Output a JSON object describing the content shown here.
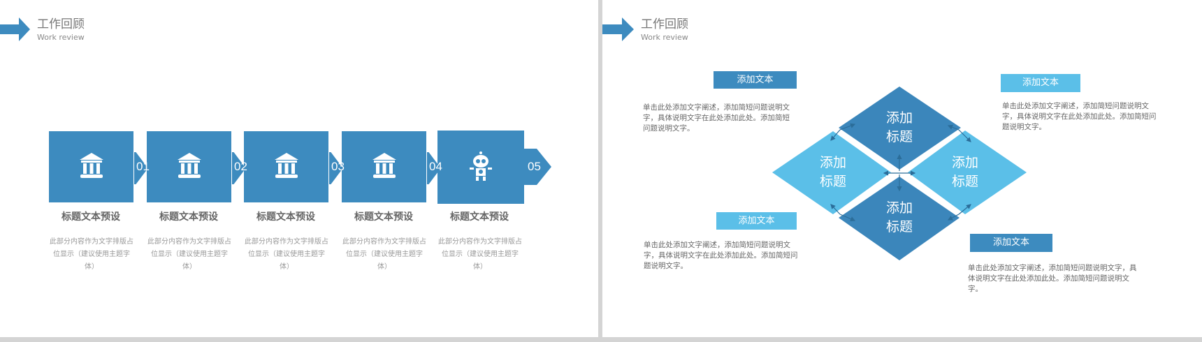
{
  "header": {
    "title": "工作回顾",
    "subtitle": "Work review"
  },
  "colors": {
    "dark": "#3d8bbf",
    "light": "#5bbfe8"
  },
  "left": {
    "steps": [
      {
        "num": "01",
        "icon": "bank-icon",
        "title": "标题文本预设",
        "desc": "此部分内容作为文字排版占位显示（建议使用主题字体）"
      },
      {
        "num": "02",
        "icon": "bank-icon",
        "title": "标题文本预设",
        "desc": "此部分内容作为文字排版占位显示（建议使用主题字体）"
      },
      {
        "num": "03",
        "icon": "bank-icon",
        "title": "标题文本预设",
        "desc": "此部分内容作为文字排版占位显示（建议使用主题字体）"
      },
      {
        "num": "04",
        "icon": "bank-icon",
        "title": "标题文本预设",
        "desc": "此部分内容作为文字排版占位显示（建议使用主题字体）"
      },
      {
        "num": "05",
        "icon": "robot-icon",
        "title": "标题文本预设",
        "desc": "此部分内容作为文字排版占位显示（建议使用主题字体）"
      }
    ]
  },
  "right": {
    "diamonds": [
      "添加\n标题",
      "添加\n标题",
      "添加\n标题",
      "添加\n标题"
    ],
    "diamond_line1": "添加",
    "diamond_line2": "标题",
    "blocks": [
      {
        "label": "添加文本",
        "text": "单击此处添加文字阐述，添加简短问题说明文字，具体说明文字在此处添加此处。添加简短问题说明文字。"
      },
      {
        "label": "添加文本",
        "text": "单击此处添加文字阐述，添加简短问题说明文字，具体说明文字在此处添加此处。添加简短问题说明文字。"
      },
      {
        "label": "添加文本",
        "text": "单击此处添加文字阐述，添加简短问题说明文字，具体说明文字在此处添加此处。添加简短问题说明文字。"
      },
      {
        "label": "添加文本",
        "text": "单击此处添加文字阐述，添加简短问题说明文字，具体说明文字在此处添加此处。添加简短问题说明文字。"
      }
    ]
  }
}
